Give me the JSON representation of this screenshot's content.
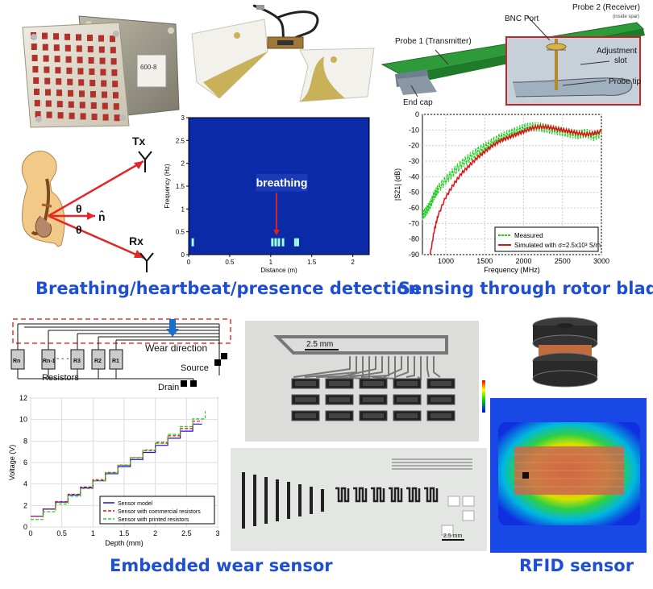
{
  "captions": {
    "breathing": "Breathing/heartbeat/presence detection",
    "rotor": "Sensing through rotor blade",
    "wear": "Embedded wear sensor",
    "rfid": "RFID sensor"
  },
  "antenna_board": {
    "label_line1": "600-8",
    "label_line2": "",
    "label_line3": ""
  },
  "breathing_diagram": {
    "tx": "Tx",
    "rx": "Rx",
    "theta1": "θ",
    "theta2": "θ",
    "normal": "n̂"
  },
  "breathing_plot": {
    "annotation": "breathing",
    "colors": {
      "bg": "#0a2aa8",
      "box": "#1a3bb5",
      "arrow": "#e02020"
    }
  },
  "rotor_blade": {
    "probe2": "Probe 2 (Receiver)",
    "probe2_note": "(inside spar)",
    "bnc": "BNC Port",
    "probe1": "Probe 1 (Transmitter)",
    "adjustment": "Adjustment",
    "slot": "slot",
    "probe_tip": "Probe tip",
    "end_cap": "End cap"
  },
  "wear_schematic": {
    "wear_direction": "Wear direction",
    "resistors": "Resistors",
    "source": "Source",
    "drain": "Drain",
    "dashes": "- - -",
    "r_labels": [
      "Rn",
      "Rn-1",
      "R3",
      "R2",
      "R1"
    ]
  },
  "sensor_photo": {
    "scale": "2.5 mm"
  },
  "meander_photo": {
    "scale": "2.5 mm"
  },
  "chart_data": [
    {
      "type": "heatmap",
      "title": "",
      "xlabel": "Distance (m)",
      "ylabel": "Frequency (Hz)",
      "xlim": [
        0,
        2.2
      ],
      "ylim": [
        0,
        3
      ],
      "xticks": [
        "0",
        "0.5",
        "1",
        "1.5",
        "2"
      ],
      "yticks": [
        "0",
        "0.5",
        "1",
        "1.5",
        "2",
        "2.5",
        "3"
      ],
      "hotspots": [
        {
          "x": 1.02,
          "y": 0.27
        },
        {
          "x": 1.06,
          "y": 0.27
        },
        {
          "x": 1.1,
          "y": 0.27
        },
        {
          "x": 1.15,
          "y": 0.27
        },
        {
          "x": 1.3,
          "y": 0.27
        },
        {
          "x": 1.33,
          "y": 0.27
        },
        {
          "x": 0.05,
          "y": 0.27
        }
      ]
    },
    {
      "type": "line",
      "title": "",
      "xlabel": "Frequency (MHz)",
      "ylabel": "|S21| (dB)",
      "xlim": [
        700,
        3000
      ],
      "ylim": [
        -90,
        0
      ],
      "xticks": [
        "1000",
        "1500",
        "2000",
        "2500",
        "3000"
      ],
      "yticks": [
        "-90",
        "-80",
        "-70",
        "-60",
        "-50",
        "-40",
        "-30",
        "-20",
        "-10",
        "0"
      ],
      "grid": true,
      "legend": "bottom-right",
      "series": [
        {
          "name": "Measured",
          "color": "#22cc22",
          "x": [
            700,
            750,
            800,
            850,
            900,
            1000,
            1100,
            1200,
            1300,
            1400,
            1500,
            1600,
            1700,
            1800,
            1900,
            2000,
            2100,
            2200,
            2300,
            2400,
            2500,
            2600,
            2700,
            2800,
            2900,
            3000
          ],
          "y": [
            -65,
            -62,
            -58,
            -52,
            -48,
            -42,
            -37,
            -32,
            -28,
            -24,
            -21,
            -18,
            -15,
            -13,
            -11,
            -9,
            -8,
            -8,
            -9,
            -10,
            -11,
            -12,
            -13,
            -12,
            -14,
            -12
          ]
        },
        {
          "name": "Simulated with σ=2.5x10³ S/m",
          "color": "#e01010",
          "x": [
            800,
            850,
            900,
            1000,
            1100,
            1200,
            1300,
            1400,
            1500,
            1600,
            1700,
            1800,
            1900,
            2000,
            2100,
            2200,
            2300,
            2400,
            2500,
            2600,
            2700,
            2800,
            2900,
            3000
          ],
          "y": [
            -90,
            -75,
            -65,
            -53,
            -45,
            -38,
            -33,
            -28,
            -24,
            -20,
            -17,
            -15,
            -13,
            -11,
            -9,
            -8,
            -8,
            -9,
            -10,
            -11,
            -12,
            -13,
            -12,
            -11
          ]
        }
      ]
    },
    {
      "type": "line",
      "title": "",
      "xlabel": "Depth (mm)",
      "ylabel": "Voltage (V)",
      "xlim": [
        0,
        3
      ],
      "ylim": [
        0,
        12
      ],
      "xticks": [
        "0",
        "0.5",
        "1",
        "1.5",
        "2",
        "2.5",
        "3"
      ],
      "yticks": [
        "0",
        "2",
        "4",
        "6",
        "8",
        "10",
        "12"
      ],
      "grid": true,
      "legend": "bottom-right",
      "series": [
        {
          "name": "Sensor model",
          "color": "#1010ee",
          "step": 0.2,
          "offset": 1.0,
          "increment": 0.66
        },
        {
          "name": "Sensor with commercial resistors",
          "color": "#e01010",
          "step": 0.2,
          "offset": 1.0,
          "increment": 0.68
        },
        {
          "name": "Sensor with printed resistors",
          "color": "#22cc22",
          "step": 0.2,
          "offset": 0.7,
          "increment": 0.72
        }
      ]
    }
  ]
}
